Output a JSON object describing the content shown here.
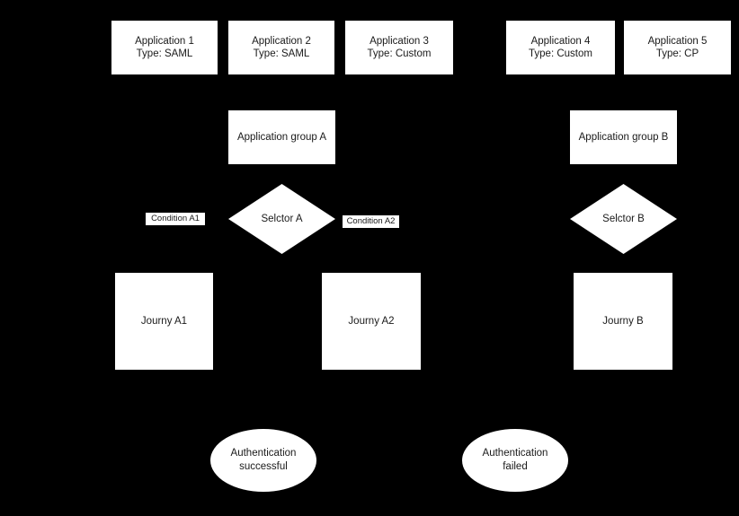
{
  "diagram": {
    "title": "Authentication application group / selector / journey flow",
    "background_color": "#000000",
    "shape_fill_color": "#ffffff",
    "text_color": "#1a1a1a"
  },
  "applications": [
    {
      "name": "Application 1",
      "type_line": "Type: SAML",
      "label": "Application 1\nType: SAML"
    },
    {
      "name": "Application 2",
      "type_line": "Type: SAML",
      "label": "Application 2\nType: SAML"
    },
    {
      "name": "Application 3",
      "type_line": "Type: Custom",
      "label": "Application 3\nType: Custom"
    },
    {
      "name": "Application 4",
      "type_line": "Type: Custom",
      "label": "Application 4\nType: Custom"
    },
    {
      "name": "Application 5",
      "type_line": "Type: CP",
      "label": "Application 5\nType: CP"
    }
  ],
  "groups": [
    {
      "label": "Application group A"
    },
    {
      "label": "Application group B"
    }
  ],
  "selectors": [
    {
      "label": "Selctor A"
    },
    {
      "label": "Selctor B"
    }
  ],
  "conditions": [
    {
      "label": "Condition A1"
    },
    {
      "label": "Condition A2"
    }
  ],
  "journeys": [
    {
      "label": "Journy A1"
    },
    {
      "label": "Journy A2"
    },
    {
      "label": "Journy B"
    }
  ],
  "outcomes": [
    {
      "label": "Authentication\nsuccessful",
      "line1": "Authentication",
      "line2": "successful"
    },
    {
      "label": "Authentication\nfailed",
      "line1": "Authentication",
      "line2": "failed"
    }
  ]
}
